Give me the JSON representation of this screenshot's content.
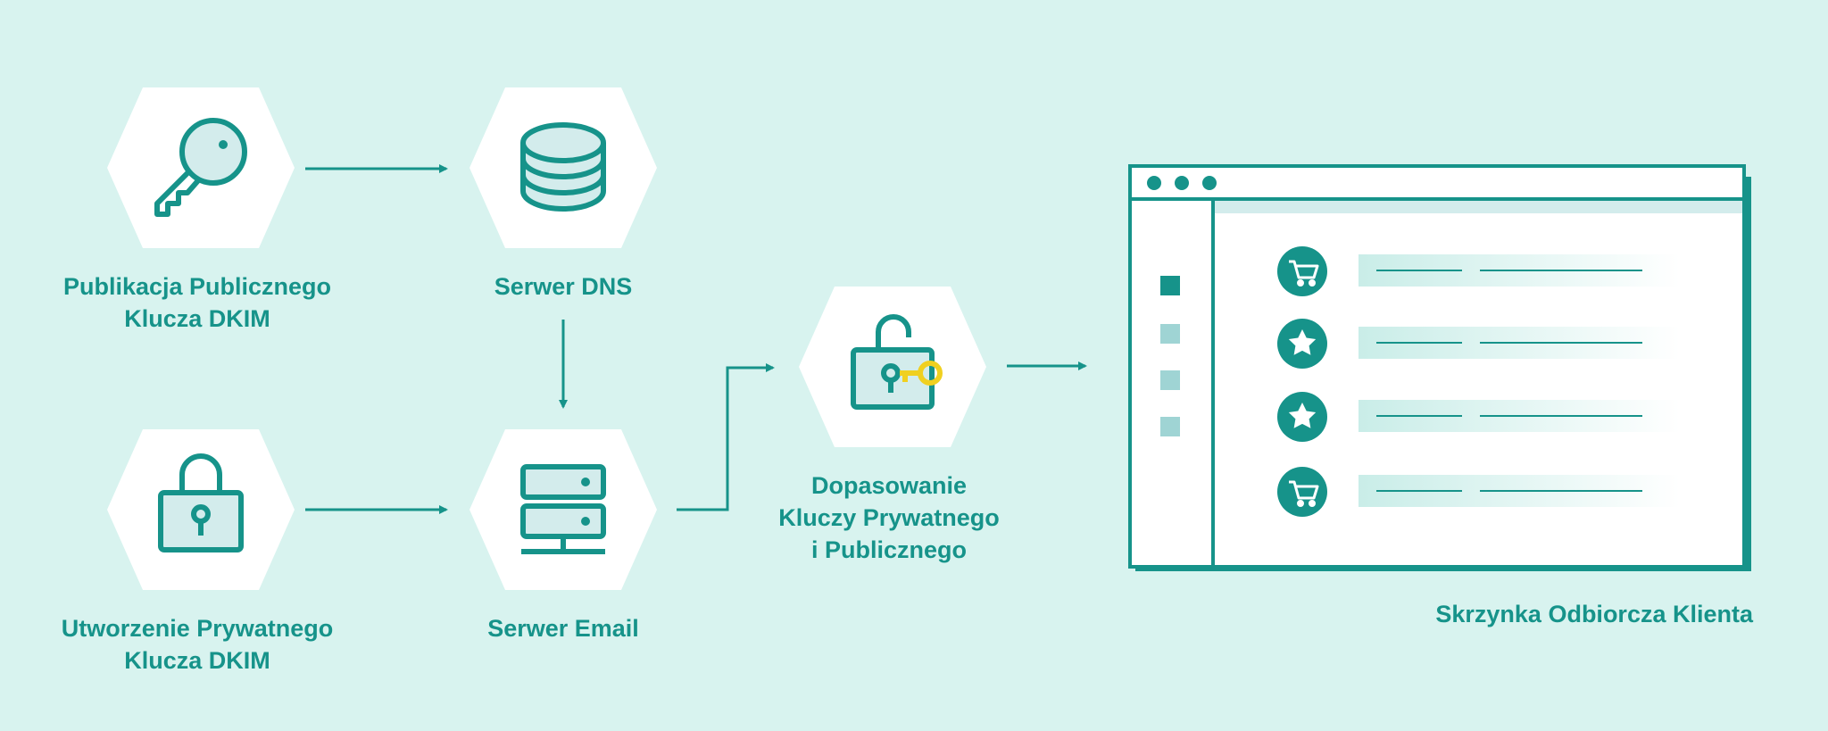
{
  "colors": {
    "background": "#d8f3ef",
    "accent": "#16938a",
    "key": "#f0d020",
    "hexagon": "#ffffff"
  },
  "nodes": [
    {
      "id": "publish",
      "icon": "key-icon",
      "label": [
        "Publikacja Publicznego",
        "Klucza DKIM"
      ]
    },
    {
      "id": "dns",
      "icon": "database-icon",
      "label": [
        "Serwer DNS"
      ]
    },
    {
      "id": "create",
      "icon": "padlock-icon",
      "label": [
        "Utworzenie Prywatnego",
        "Klucza DKIM"
      ]
    },
    {
      "id": "email",
      "icon": "server-icon",
      "label": [
        "Serwer Email"
      ]
    },
    {
      "id": "match",
      "icon": "unlock-with-key-icon",
      "label": [
        "Dopasowanie",
        "Kluczy Prywatnego",
        "i Publicznego"
      ]
    },
    {
      "id": "inbox",
      "icon": "browser-window-icon",
      "label": [
        "Skrzynka Odbiorcza Klienta"
      ]
    }
  ],
  "edges": [
    {
      "from": "publish",
      "to": "dns"
    },
    {
      "from": "dns",
      "to": "email"
    },
    {
      "from": "create",
      "to": "email"
    },
    {
      "from": "email",
      "to": "match"
    },
    {
      "from": "match",
      "to": "inbox"
    }
  ],
  "inbox": {
    "rows": [
      {
        "icon": "cart-icon"
      },
      {
        "icon": "star-icon"
      },
      {
        "icon": "star-icon"
      },
      {
        "icon": "cart-icon"
      }
    ]
  }
}
